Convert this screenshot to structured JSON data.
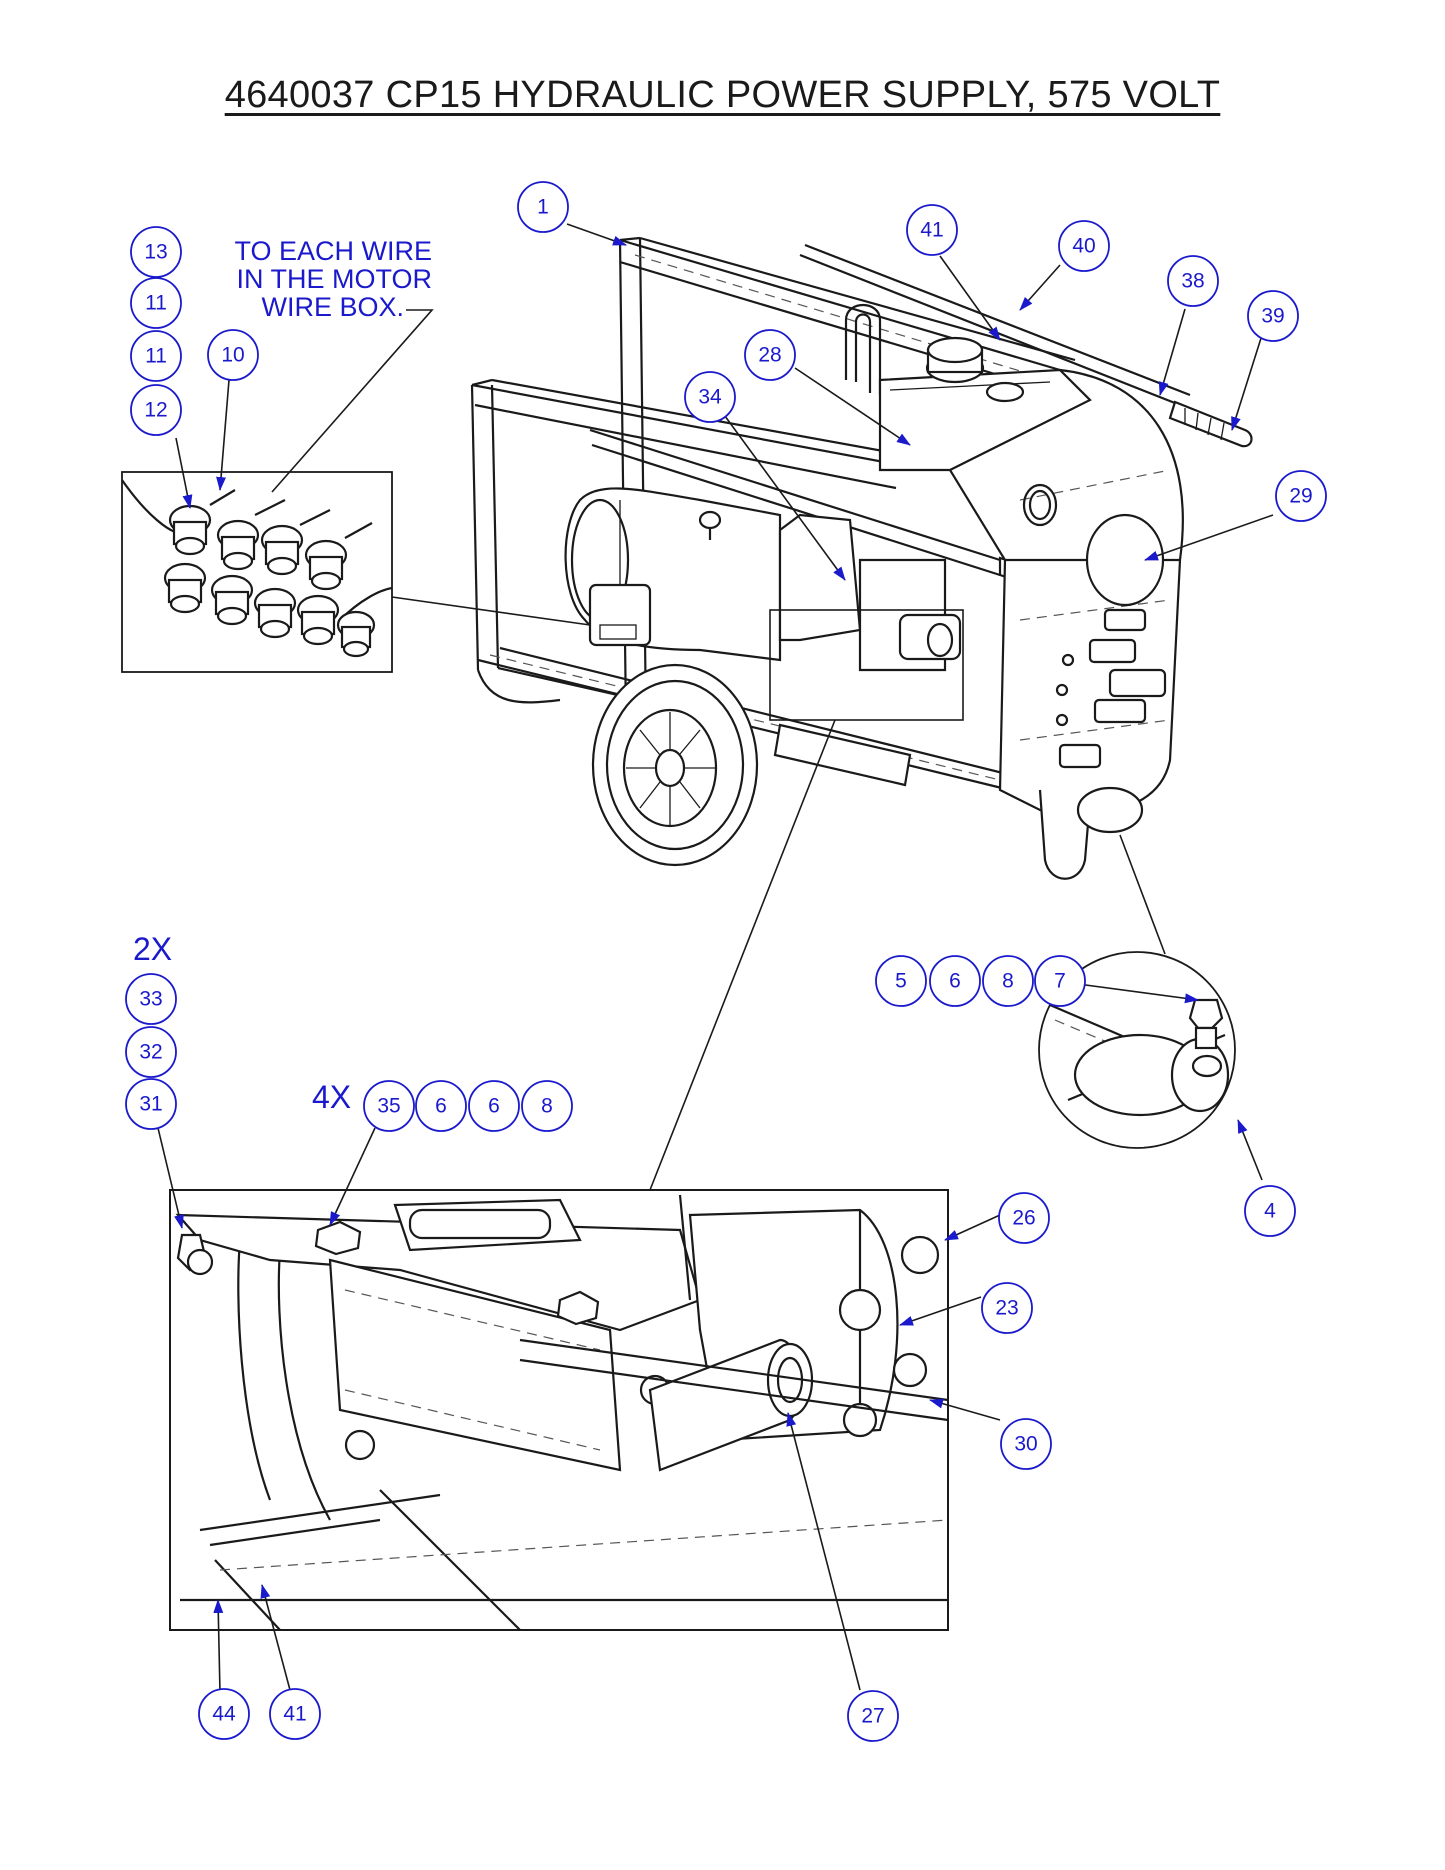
{
  "title": "4640037 CP15 HYDRAULIC POWER SUPPLY, 575 VOLT",
  "note": {
    "line1": "TO EACH WIRE",
    "line2": "IN THE MOTOR",
    "line3": "WIRE BOX."
  },
  "qty_labels": {
    "two_x": "2X",
    "four_x": "4X"
  },
  "callouts": {
    "c1": "1",
    "c41_top": "41",
    "c40": "40",
    "c38": "38",
    "c39": "39",
    "c28": "28",
    "c34": "34",
    "c29": "29",
    "c13": "13",
    "c11a": "11",
    "c11b": "11",
    "c12": "12",
    "c10": "10",
    "c5": "5",
    "c6a": "6",
    "c8a": "8",
    "c7": "7",
    "c4": "4",
    "c33": "33",
    "c32": "32",
    "c31": "31",
    "c35": "35",
    "c6b": "6",
    "c6c": "6",
    "c8b": "8",
    "c26": "26",
    "c23": "23",
    "c30": "30",
    "c27": "27",
    "c44": "44",
    "c41_bottom": "41"
  },
  "colors": {
    "callout_blue": "#1a1acc",
    "ink": "#1a1a1a"
  }
}
